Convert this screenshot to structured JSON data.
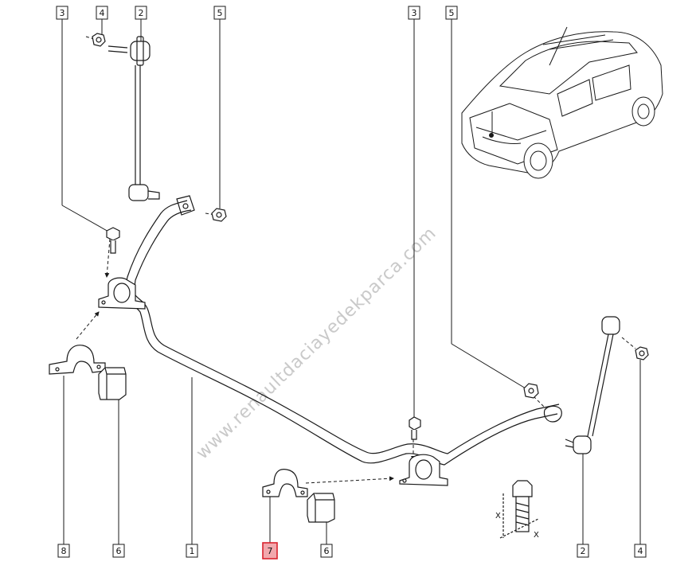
{
  "watermark": "www.renaultdaciayedekparca.com",
  "callouts": [
    {
      "label": "3",
      "highlighted": false
    },
    {
      "label": "4",
      "highlighted": false
    },
    {
      "label": "2",
      "highlighted": false
    },
    {
      "label": "5",
      "highlighted": false
    },
    {
      "label": "3",
      "highlighted": false
    },
    {
      "label": "5",
      "highlighted": false
    },
    {
      "label": "8",
      "highlighted": false
    },
    {
      "label": "6",
      "highlighted": false
    },
    {
      "label": "1",
      "highlighted": false
    },
    {
      "label": "7",
      "highlighted": true
    },
    {
      "label": "6",
      "highlighted": false
    },
    {
      "label": "2",
      "highlighted": false
    },
    {
      "label": "4",
      "highlighted": false
    }
  ],
  "dimension_labels": [
    "X",
    "X"
  ],
  "colors": {
    "line": "#1a1a1a",
    "highlight_fill": "#f2a8ad",
    "highlight_stroke": "#d9232e",
    "watermark": "#c9c9c9"
  }
}
